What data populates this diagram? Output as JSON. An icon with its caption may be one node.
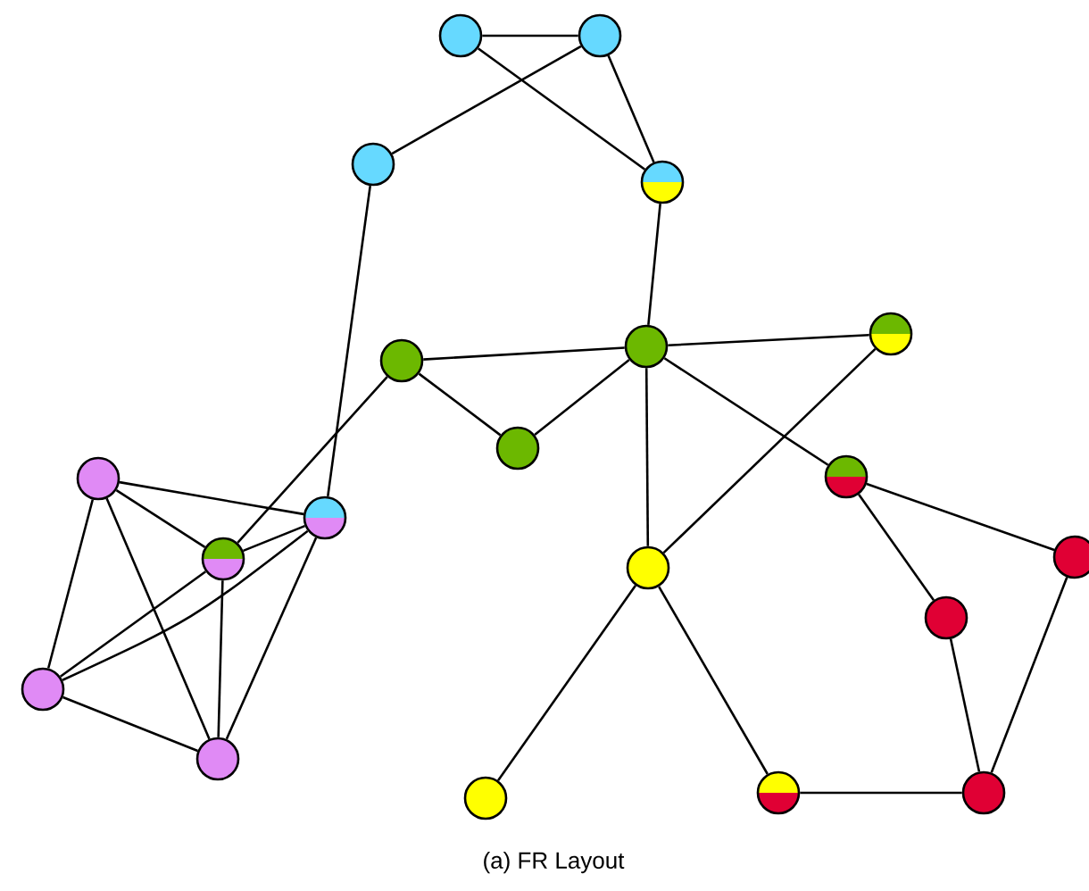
{
  "diagram": {
    "caption": "(a) FR Layout",
    "nodes": [
      {
        "text": [],
        "shape": "circle"
      },
      {
        "text": [],
        "shape": "circle"
      },
      {
        "text": [],
        "shape": "circle"
      },
      {
        "text": [],
        "shape": "circle"
      },
      {
        "text": [],
        "shape": "circle"
      },
      {
        "text": [],
        "shape": "circle"
      },
      {
        "text": [],
        "shape": "circle"
      },
      {
        "text": [],
        "shape": "circle"
      },
      {
        "text": [],
        "shape": "circle"
      },
      {
        "text": [],
        "shape": "circle"
      },
      {
        "text": [],
        "shape": "circle"
      },
      {
        "text": [],
        "shape": "circle"
      },
      {
        "text": [],
        "shape": "circle"
      },
      {
        "text": [],
        "shape": "circle"
      },
      {
        "text": [],
        "shape": "circle"
      },
      {
        "text": [],
        "shape": "circle"
      },
      {
        "text": [],
        "shape": "circle"
      },
      {
        "text": [],
        "shape": "circle"
      },
      {
        "text": [],
        "shape": "circle"
      },
      {
        "text": [],
        "shape": "circle"
      }
    ],
    "edges": [
      {
        "from": 0,
        "to": 1,
        "arrow": "none"
      },
      {
        "from": 0,
        "to": 3,
        "arrow": "none"
      },
      {
        "from": 1,
        "to": 2,
        "arrow": "none"
      },
      {
        "from": 1,
        "to": 3,
        "arrow": "none"
      },
      {
        "from": 2,
        "to": 10,
        "arrow": "none"
      },
      {
        "from": 3,
        "to": 5,
        "arrow": "none"
      },
      {
        "from": 4,
        "to": 5,
        "arrow": "none"
      },
      {
        "from": 4,
        "to": 7,
        "arrow": "none"
      },
      {
        "from": 7,
        "to": 5,
        "arrow": "none"
      },
      {
        "from": 4,
        "to": 11,
        "arrow": "none"
      },
      {
        "from": 5,
        "to": 6,
        "arrow": "none"
      },
      {
        "from": 5,
        "to": 8,
        "arrow": "none"
      },
      {
        "from": 5,
        "to": 14,
        "arrow": "none"
      },
      {
        "from": 6,
        "to": 14,
        "arrow": "none"
      },
      {
        "from": 8,
        "to": 12,
        "arrow": "none"
      },
      {
        "from": 8,
        "to": 13,
        "arrow": "none"
      },
      {
        "from": 13,
        "to": 19,
        "arrow": "none"
      },
      {
        "from": 12,
        "to": 19,
        "arrow": "none"
      },
      {
        "from": 14,
        "to": 17,
        "arrow": "none"
      },
      {
        "from": 14,
        "to": 18,
        "arrow": "none"
      },
      {
        "from": 18,
        "to": 19,
        "arrow": "none"
      },
      {
        "from": 9,
        "to": 10,
        "arrow": "none"
      },
      {
        "from": 9,
        "to": 11,
        "arrow": "none"
      },
      {
        "from": 9,
        "to": 15,
        "arrow": "none"
      },
      {
        "from": 9,
        "to": 16,
        "arrow": "none"
      },
      {
        "from": 11,
        "to": 10,
        "arrow": "none"
      },
      {
        "from": 15,
        "to": 11,
        "arrow": "none"
      },
      {
        "from": 15,
        "to": 10,
        "arrow": "none"
      },
      {
        "from": 11,
        "to": 16,
        "arrow": "none"
      },
      {
        "from": 10,
        "to": 16,
        "arrow": "none"
      },
      {
        "from": 15,
        "to": 16,
        "arrow": "none"
      }
    ]
  }
}
